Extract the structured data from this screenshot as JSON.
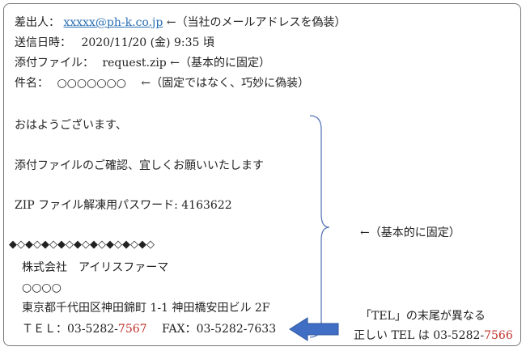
{
  "header": {
    "sender_label": "差出人：",
    "sender_email": "xxxxx@ph-k.co.jp",
    "sender_note": "←（当社のメールアドレスを偽装）",
    "date_label": "送信日時：",
    "date_value": "2020/11/20 (金) 9:35 頃",
    "attach_label": "添付ファイル：",
    "attach_value": "request.zip",
    "attach_note": "←（基本的に固定）",
    "subject_label": "件名：",
    "subject_value": "○○○○○○○",
    "subject_note": "←（固定ではなく、巧妙に偽装）"
  },
  "body": {
    "greeting": "おはようございます、",
    "line1": "添付ファイルのご確認、宜しくお願いいたします",
    "zip_password": "ZIP ファイル解凍用パスワード: 4163622",
    "diamonds": "◆◇◆◇◆◇◆◇◆◇◆◇◆◇◆◇◆◇",
    "company": "株式会社　アイリスファーマ",
    "person": "○○○○",
    "address": "東京都千代田区神田錦町 1-1 神田橋安田ビル 2F",
    "tel_prefix": "ＴＥＬ：03-5282-",
    "tel_suffix": "7567",
    "fax": "FAX：03-5282-7633"
  },
  "annotations": {
    "fixed_note": "←（基本的に固定）",
    "tel_diff": "「TEL」の末尾が異なる",
    "tel_correct_prefix": "正しい TEL は 03-5282-",
    "tel_correct_suffix": "7566"
  },
  "colors": {
    "email": "#2a6fb5",
    "highlight_red": "#c0302a",
    "brace": "#5a78b8",
    "arrow": "#3f6ec4"
  }
}
